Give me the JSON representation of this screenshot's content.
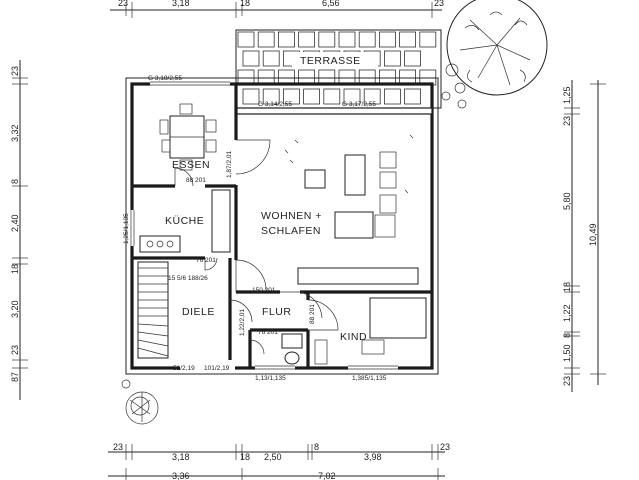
{
  "rooms": {
    "terrasse": "TERRASSE",
    "essen": "ESSEN",
    "kueche": "KÜCHE",
    "wohnen1": "WOHNEN +",
    "wohnen2": "SCHLAFEN",
    "diele": "DIELE",
    "flur": "FLUR",
    "kind": "KIND"
  },
  "small_labels": {
    "g_essen": "G 3,18/2,55",
    "g_terr1": "G 3,14/2,55",
    "g_terr2": "G 3,17/2,55",
    "door_essen": "88 201",
    "door_wohnen": "1,87/2,01",
    "window_kueche": "1,25/1,135",
    "door_kueche": "76 201",
    "win_diele": "15 5/6 188/26",
    "door_flur": "150 201",
    "door_kind": "88 201",
    "door_diele": "1,22/2,01",
    "door_bad": "76 201",
    "win_b1": "51/2,19",
    "win_b2": "101/2,19",
    "win_b3": "1,13/1,135",
    "win_kind": "1,385/1,135"
  },
  "dims_top": [
    "23",
    "3,18",
    "18",
    "6,56",
    "23"
  ],
  "dims_bottom_row1": [
    "23",
    "3,18",
    "18",
    "2,50",
    "8",
    "3,98",
    "23"
  ],
  "dims_bottom_row2": [
    "3,36",
    "7,02"
  ],
  "dims_left": [
    "23",
    "3,32",
    "8",
    "2,40",
    "18",
    "3,20",
    "23",
    "87"
  ],
  "dims_right_inner": [
    "1,25",
    "23",
    "5,80",
    "18",
    "1,22",
    "8",
    "1,50",
    "23"
  ],
  "dims_right_total": "10,49"
}
